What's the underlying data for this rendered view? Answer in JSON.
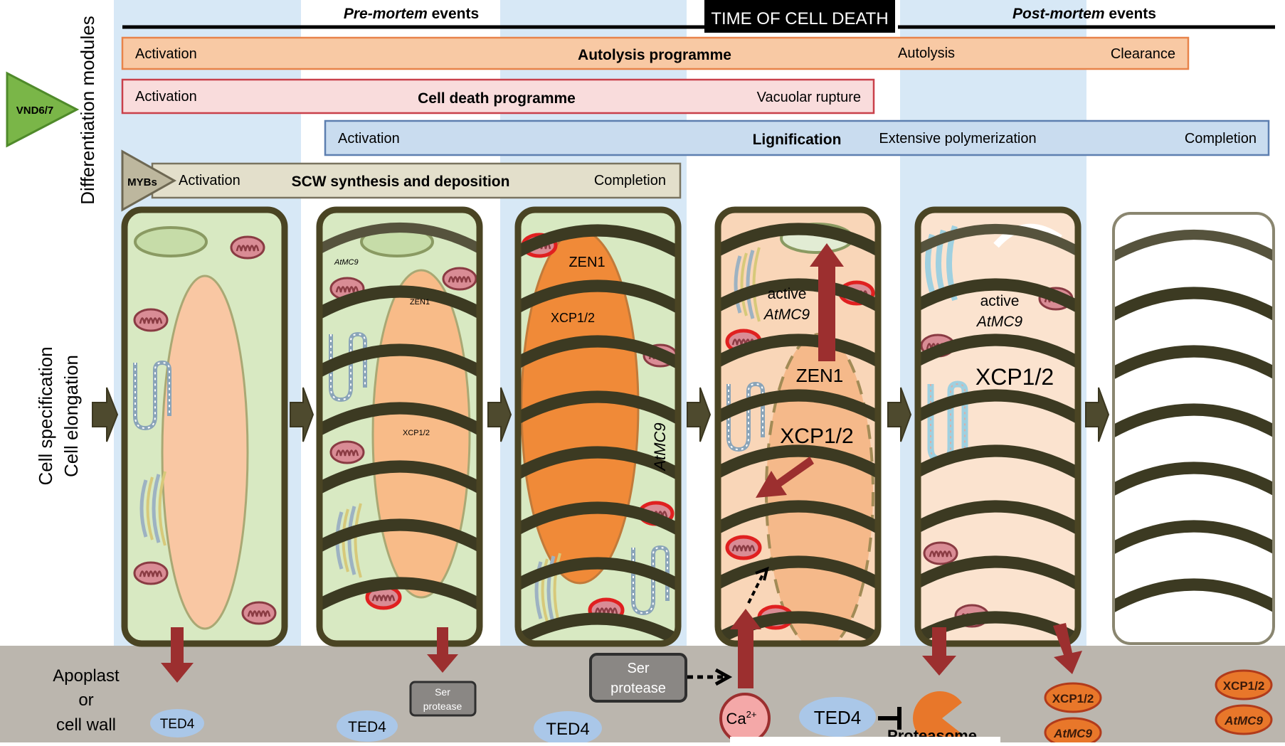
{
  "header": {
    "pre_mortem_italic": "Pre-mortem",
    "pre_mortem_rest": " events",
    "time_of_death": "TIME OF CELL DEATH",
    "post_mortem_italic": "Post-mortem",
    "post_mortem_rest": " events"
  },
  "side_labels": {
    "differentiation_modules": "Differentiation modules",
    "cell_specification": "Cell specification",
    "cell_elongation": "Cell elongation",
    "vnd": "VND6/7",
    "mybs": "MYBs"
  },
  "modules": {
    "autolysis": {
      "activation": "Activation",
      "title": "Autolysis programme",
      "mid": "Autolysis",
      "end": "Clearance"
    },
    "cell_death": {
      "activation": "Activation",
      "title": "Cell death programme",
      "end": "Vacuolar rupture"
    },
    "lignification": {
      "activation": "Activation",
      "title": "Lignification",
      "mid": "Extensive polymerization",
      "end": "Completion"
    },
    "scw": {
      "activation": "Activation",
      "title": "SCW synthesis and deposition",
      "end": "Completion"
    }
  },
  "cells": {
    "c2_atmc9": "AtMC9",
    "c2_zen1": "ZEN1",
    "c2_xcp": "XCP1/2",
    "c3_zen1": "ZEN1",
    "c3_xcp": "XCP1/2",
    "c3_atmc9": "AtMC9",
    "c4_active": "active",
    "c4_atmc9": "AtMC9",
    "c4_zen1": "ZEN1",
    "c4_xcp": "XCP1/2",
    "c5_active": "active",
    "c5_atmc9": "AtMC9",
    "c5_xcp": "XCP1/2"
  },
  "apoplast": {
    "label_line1": "Apoplast",
    "label_line2": "or",
    "label_line3": "cell wall",
    "ted4": "TED4",
    "ser_small_1": "Ser",
    "ser_small_2": "protease",
    "ser_large_1": "Ser",
    "ser_large_2": "protease",
    "ca_base": "Ca",
    "ca_sup": "2+",
    "proteasome": "Proteasome",
    "xcp": "XCP1/2",
    "atmc9": "AtMC9"
  },
  "colors": {
    "autolysis_fill": "#f8c9a4",
    "autolysis_stroke": "#e8834a",
    "cell_death_fill": "#f9dcdc",
    "cell_death_stroke": "#c9404a",
    "lignification_fill": "#c9dcef",
    "lignification_stroke": "#5d7fb0",
    "scw_fill": "#e3dfcb",
    "scw_stroke": "#7a7460",
    "highlight_blue": "#d7e8f6",
    "cell_wall": "#4a4423",
    "cytoplasm": "#d8e9c2",
    "vacuole": "#f9c7a3",
    "arrow_red": "#9c2f2f",
    "apoplast": "#bbb6ae",
    "enzyme_orange": "#e8772a",
    "ted4_blue": "#aac7e8"
  }
}
